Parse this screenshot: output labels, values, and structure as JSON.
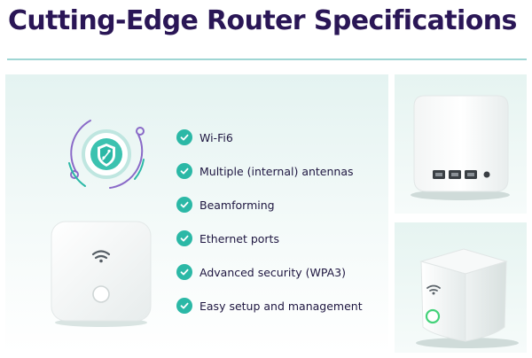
{
  "page": {
    "title": "Cutting-Edge Router Specifications"
  },
  "features": [
    {
      "label": "Wi-Fi6"
    },
    {
      "label": "Multiple (internal) antennas"
    },
    {
      "label": "Beamforming"
    },
    {
      "label": "Ethernet ports"
    },
    {
      "label": "Advanced security (WPA3)"
    },
    {
      "label": "Easy setup and management"
    }
  ],
  "icons": {
    "check": "check-icon",
    "security": "shield-icon",
    "wifi": "wifi-icon"
  },
  "colors": {
    "title": "#2a1656",
    "accent_teal": "#2bb8a6",
    "accent_purple": "#8a6ac8",
    "rule": "#9fd6d4"
  }
}
